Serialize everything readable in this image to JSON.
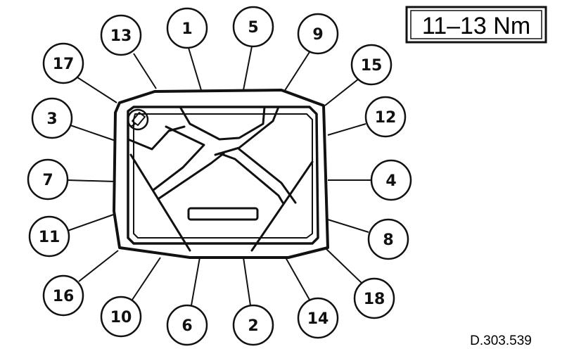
{
  "torque_spec": "11–13 Nm",
  "drawing_ref": "D.303.539",
  "bolts": [
    {
      "id": "1",
      "label": "1"
    },
    {
      "id": "2",
      "label": "2"
    },
    {
      "id": "3",
      "label": "3"
    },
    {
      "id": "4",
      "label": "4"
    },
    {
      "id": "5",
      "label": "5"
    },
    {
      "id": "6",
      "label": "6"
    },
    {
      "id": "7",
      "label": "7"
    },
    {
      "id": "8",
      "label": "8"
    },
    {
      "id": "9",
      "label": "9"
    },
    {
      "id": "10",
      "label": "10"
    },
    {
      "id": "11",
      "label": "11"
    },
    {
      "id": "12",
      "label": "12"
    },
    {
      "id": "13",
      "label": "13"
    },
    {
      "id": "14",
      "label": "14"
    },
    {
      "id": "15",
      "label": "15"
    },
    {
      "id": "16",
      "label": "16"
    },
    {
      "id": "17",
      "label": "17"
    },
    {
      "id": "18",
      "label": "18"
    }
  ],
  "colors": {
    "ink": "#111111",
    "background": "#ffffff"
  }
}
